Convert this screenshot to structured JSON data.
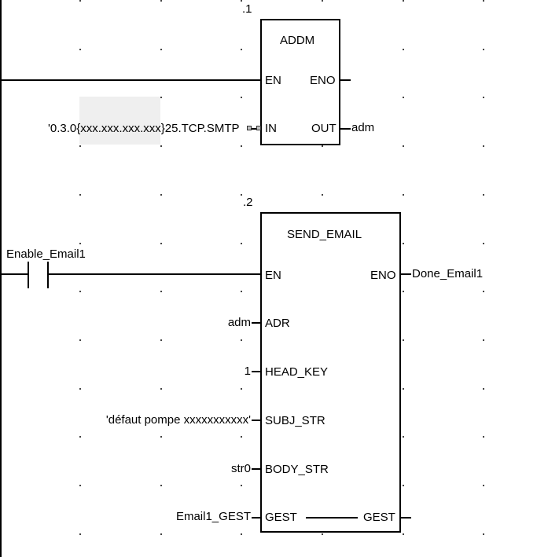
{
  "diagram": {
    "type": "FBD / Ladder network",
    "rungs": [
      {
        "number": ".1",
        "block": {
          "name": "ADDM",
          "inputs": [
            {
              "pin": "EN",
              "connection": "power-rail"
            },
            {
              "pin": "IN",
              "value": "'0.3.0{xxx.xxx.xxx.xxx}25.TCP.SMTP'"
            }
          ],
          "outputs": [
            {
              "pin": "ENO",
              "value": ""
            },
            {
              "pin": "OUT",
              "value": "adm"
            }
          ]
        }
      },
      {
        "number": ".2",
        "contact": {
          "label": "Enable_Email1"
        },
        "block": {
          "name": "SEND_EMAIL",
          "inputs": [
            {
              "pin": "EN",
              "connection": "Enable_Email1"
            },
            {
              "pin": "ADR",
              "value": "adm"
            },
            {
              "pin": "HEAD_KEY",
              "value": "1"
            },
            {
              "pin": "SUBJ_STR",
              "value": "'défaut pompe xxxxxxxxxxx'"
            },
            {
              "pin": "BODY_STR",
              "value": "str0"
            },
            {
              "pin": "GEST",
              "value": "Email1_GEST"
            }
          ],
          "outputs": [
            {
              "pin": "ENO",
              "value": "Done_Email1"
            },
            {
              "pin": "GEST",
              "value": ""
            }
          ]
        }
      }
    ]
  },
  "labels": {
    "rung1_number": ".1",
    "addm_title": "ADDM",
    "addm_en": "EN",
    "addm_eno": "ENO",
    "addm_in": "IN",
    "addm_out": "OUT",
    "addm_in_value_prefix": "'0.3.0",
    "addm_in_value_mid": "{xxx.xxx.xxx.xxx}",
    "addm_in_value_suffix": "25.TCP.SMTP",
    "addm_out_value": "adm",
    "rung2_number": ".2",
    "contact_label": "Enable_Email1",
    "send_title": "SEND_EMAIL",
    "send_en": "EN",
    "send_eno": "ENO",
    "send_eno_value": "Done_Email1",
    "send_adr": "ADR",
    "send_adr_value": "adm",
    "send_head_key": "HEAD_KEY",
    "send_head_key_value": "1",
    "send_subj": "SUBJ_STR",
    "send_subj_value": "'défaut pompe xxxxxxxxxxx'",
    "send_body": "BODY_STR",
    "send_body_value": "str0",
    "send_gest_in": "GEST",
    "send_gest_in_value": "Email1_GEST",
    "send_gest_out": "GEST"
  }
}
